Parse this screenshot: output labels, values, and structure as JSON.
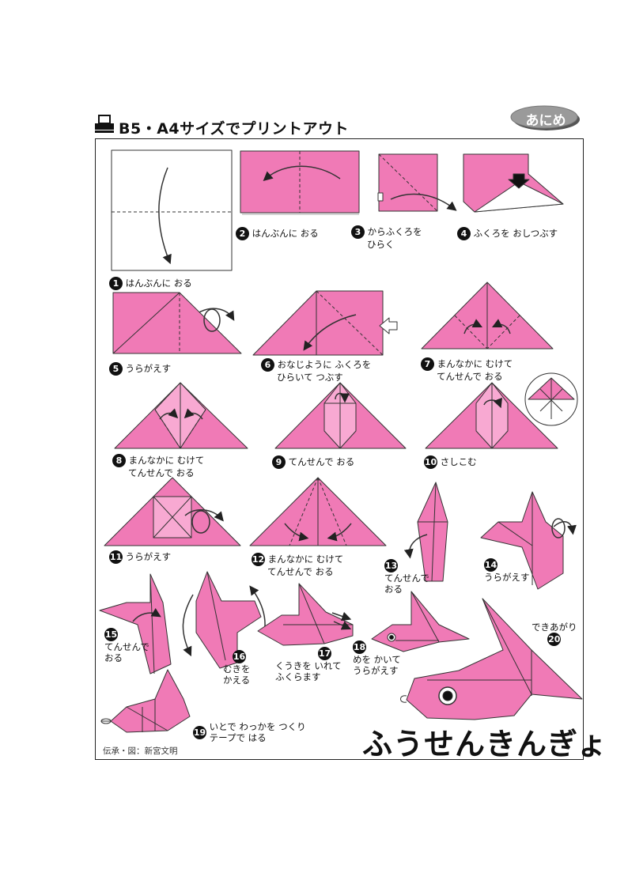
{
  "header": {
    "print_label": "B5・A4サイズでプリントアウト",
    "badge_label": "あにめ"
  },
  "colors": {
    "paper_pink": "#f07ab6",
    "paper_pink_light": "#f8a9d2",
    "outline": "#333333",
    "badge_bg": "#9a9a9a"
  },
  "steps": [
    {
      "n": "1",
      "text": "はんぶんに おる"
    },
    {
      "n": "2",
      "text": "はんぶんに おる"
    },
    {
      "n": "3",
      "text_a": "からふくろを",
      "text_b": "ひらく"
    },
    {
      "n": "4",
      "text": "ふくろを おしつぶす"
    },
    {
      "n": "5",
      "text": "うらがえす"
    },
    {
      "n": "6",
      "text_a": "おなじように ふくろを",
      "text_b": "ひらいて つぶす"
    },
    {
      "n": "7",
      "text_a": "まんなかに むけて",
      "text_b": "てんせんで おる"
    },
    {
      "n": "8",
      "text_a": "まんなかに むけて",
      "text_b": "てんせんで おる"
    },
    {
      "n": "9",
      "text": "てんせんで おる"
    },
    {
      "n": "10",
      "text": "さしこむ"
    },
    {
      "n": "11",
      "text": "うらがえす"
    },
    {
      "n": "12",
      "text_a": "まんなかに むけて",
      "text_b": "てんせんで おる"
    },
    {
      "n": "13",
      "text_a": "てんせんで",
      "text_b": "おる"
    },
    {
      "n": "14",
      "text": "うらがえす"
    },
    {
      "n": "15",
      "text_a": "てんせんで",
      "text_b": "おる"
    },
    {
      "n": "16",
      "text_a": "むきを",
      "text_b": "かえる"
    },
    {
      "n": "17",
      "text_a": "くうきを いれて",
      "text_b": "ふくらます"
    },
    {
      "n": "18",
      "text_a": "めを かいて",
      "text_b": "うらがえす"
    },
    {
      "n": "19",
      "text_a": "いとで わっかを つくり",
      "text_b": "テープで はる"
    },
    {
      "n": "20",
      "text": "できあがり"
    }
  ],
  "final_title": "ふうせんきんぎょ",
  "credit": "伝承・図：新宮文明"
}
